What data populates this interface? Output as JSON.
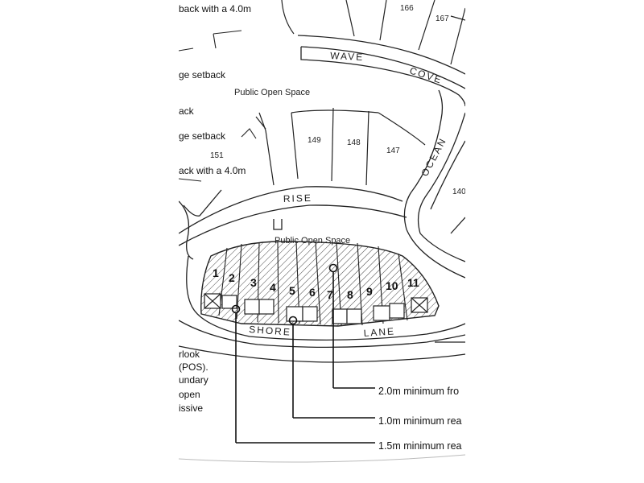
{
  "streets": {
    "wave": "WAVE",
    "cove": "COVE",
    "ocean": "OCEAN",
    "rise": "RISE",
    "shore": "SHORE",
    "lane": "LANE"
  },
  "open_space": {
    "upper": "Public Open Space",
    "lower": "Public Open Space"
  },
  "existing_lots": [
    "166",
    "167",
    "149",
    "148",
    "147",
    "151",
    "140"
  ],
  "new_lots": [
    "1",
    "2",
    "3",
    "4",
    "5",
    "6",
    "7",
    "8",
    "9",
    "10",
    "11"
  ],
  "left_notes": {
    "n1": "back with a 4.0m",
    "n2": "ge setback",
    "n3": "ack",
    "n4": "ge setback",
    "n5": "ack with a 4.0m",
    "n6": "rlook",
    "n7": "(POS).",
    "n8": "undary",
    "n9": "open",
    "n10": "issive"
  },
  "setbacks": {
    "front": "2.0m minimum fro",
    "rear_1": "1.0m minimum rea",
    "rear_15": "1.5m minimum rea"
  }
}
